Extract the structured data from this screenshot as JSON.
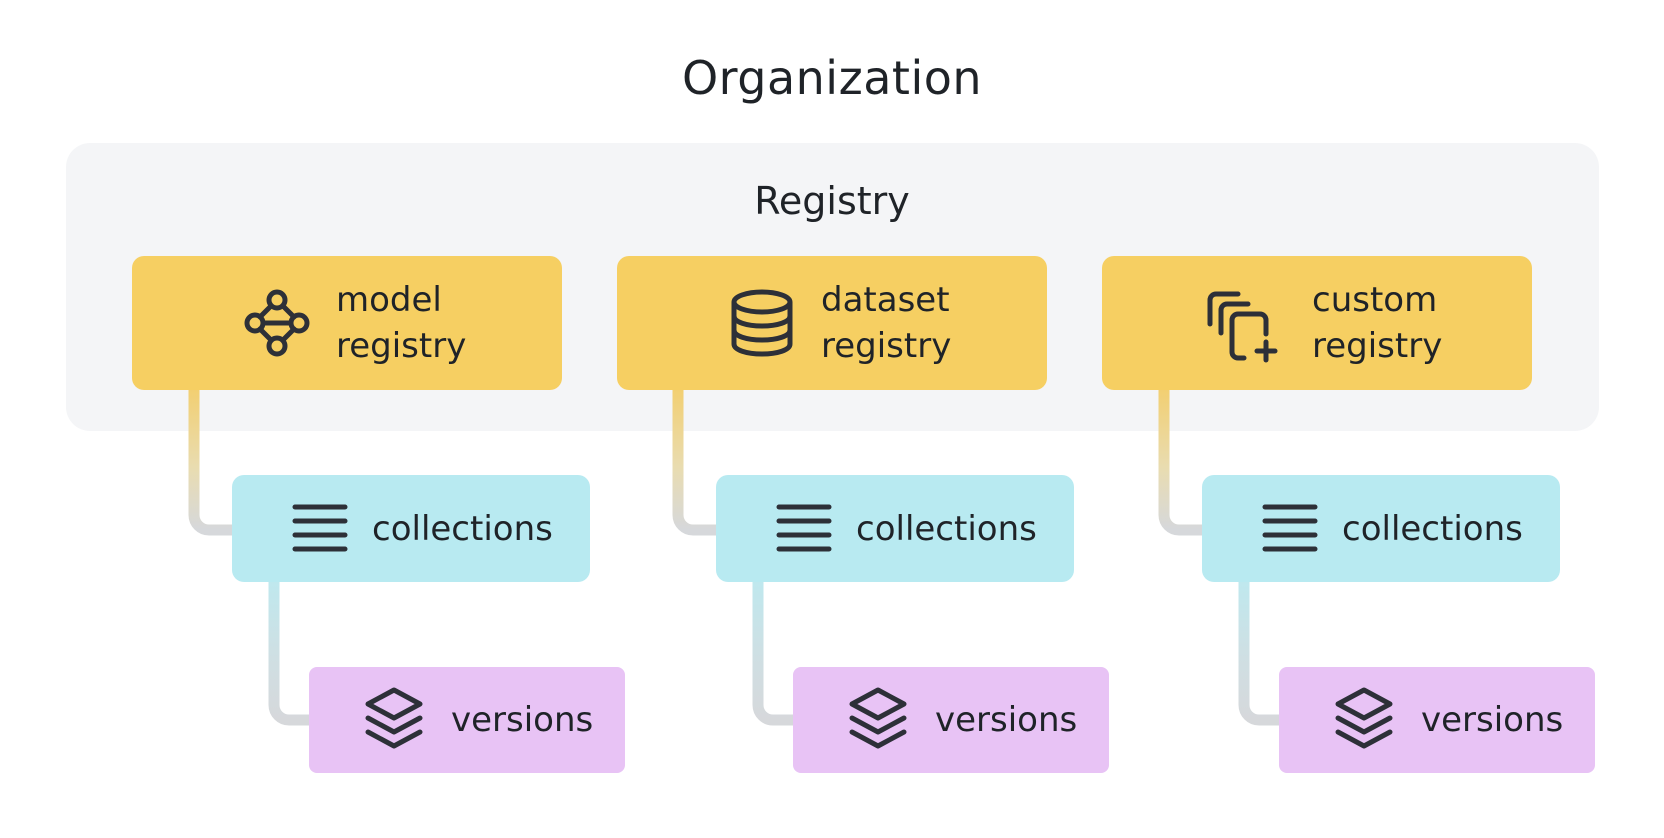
{
  "title": "Organization",
  "registry_group": {
    "title": "Registry"
  },
  "colors": {
    "registry_fill": "#f6cf62",
    "collections_fill": "#b8eaf1",
    "versions_fill": "#e8c3f5",
    "panel_fill": "#f4f5f7",
    "connector_gray": "#d6d8db",
    "icon_stroke": "#2d3038"
  },
  "registries": [
    {
      "label": "model\nregistry",
      "icon": "neural-network-icon",
      "collections": {
        "label": "collections",
        "icon": "list-lines-icon"
      },
      "versions": {
        "label": "versions",
        "icon": "stacked-layers-icon"
      }
    },
    {
      "label": "dataset\nregistry",
      "icon": "database-icon",
      "collections": {
        "label": "collections",
        "icon": "list-lines-icon"
      },
      "versions": {
        "label": "versions",
        "icon": "stacked-layers-icon"
      }
    },
    {
      "label": "custom\nregistry",
      "icon": "stacked-squares-plus-icon",
      "collections": {
        "label": "collections",
        "icon": "list-lines-icon"
      },
      "versions": {
        "label": "versions",
        "icon": "stacked-layers-icon"
      }
    }
  ]
}
